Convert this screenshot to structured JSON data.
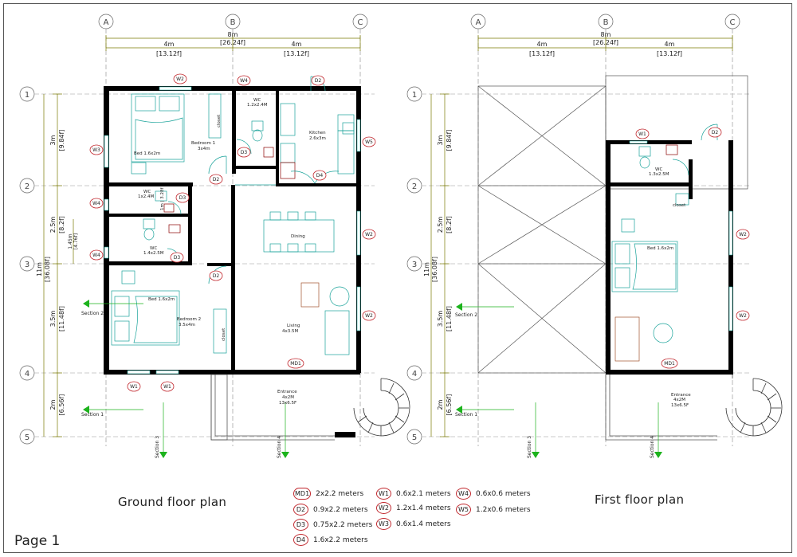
{
  "plans": {
    "ground": {
      "title": "Ground floor plan",
      "grid_cols": [
        "A",
        "B",
        "C"
      ],
      "grid_rows": [
        "1",
        "2",
        "3",
        "4",
        "5"
      ],
      "dims_top": {
        "total_m": "8m",
        "total_f": "[26.24f]",
        "left_m": "4m",
        "left_f": "[13.12f]",
        "right_m": "4m",
        "right_f": "[13.12f]"
      },
      "dims_side": {
        "total": "11m",
        "total_f": "[36.08f]",
        "seg1": "3m",
        "seg1_f": "[9.84f]",
        "seg2": "2.5m",
        "seg2_f": "[8.2f]",
        "seg3": "3.5m",
        "seg3_f": "[11.48f]",
        "seg4": "2m",
        "seg4_f": "[6.56f]",
        "small": "1.45m",
        "small_f": "[4.76f]"
      },
      "rooms": {
        "bedroom1": "Bedroom 1",
        "bedroom1_size": "3x4m",
        "bed1": "Bed 1.6x2m",
        "closet": "closet",
        "wc1": "WC",
        "wc1_size": "1.2x2.4M",
        "kitchen": "Kitchen",
        "kitchen_size": "2.6x3m",
        "wc2": "WC",
        "wc2_size": "1x2.4M",
        "wc3": "WC",
        "wc3_size": "1.4x2.5M",
        "dining": "Dining",
        "bed2": "Bed 1.6x2m",
        "bedroom2": "Bedroom 2",
        "bedroom2_size": "3.5x4m",
        "closet2": "closet",
        "living": "Living",
        "living_size": "4x3.5M",
        "entrance": "Entrance",
        "entrance_size": "4x2M",
        "entrance_sf": "13x6.5F",
        "tag_side": "1m | 3.28f"
      },
      "sections": {
        "s1": "Section 1",
        "s2": "Section 2",
        "s3": "Section 3",
        "s4": "Section 4"
      },
      "tags": {
        "W1": "W1",
        "W2": "W2",
        "W3": "W3",
        "W4": "W4",
        "W5": "W5",
        "D2": "D2",
        "D3": "D3",
        "D4": "D4",
        "MD1": "MD1"
      }
    },
    "first": {
      "title": "First floor plan",
      "dims_top": {
        "total_m": "8m",
        "total_f": "[26.24f]",
        "left_m": "4m",
        "left_f": "[13.12f]",
        "right_m": "4m",
        "right_f": "[13.12f]"
      },
      "rooms": {
        "wc": "WC",
        "wc_size": "1.3x2.5M",
        "closet": "closet",
        "bed": "Bed 1.6x2m",
        "entrance": "Entrance",
        "entrance_size": "4x2M",
        "entrance_sf": "13x6.5F"
      }
    }
  },
  "legend": [
    {
      "tag": "MD1",
      "text": "2x2.2 meters"
    },
    {
      "tag": "D2",
      "text": "0.9x2.2 meters"
    },
    {
      "tag": "D3",
      "text": "0.75x2.2 meters"
    },
    {
      "tag": "D4",
      "text": "1.6x2.2 meters"
    },
    {
      "tag": "W1",
      "text": "0.6x2.1 meters"
    },
    {
      "tag": "W2",
      "text": "1.2x1.4 meters"
    },
    {
      "tag": "W3",
      "text": "0.6x1.4 meters"
    },
    {
      "tag": "W4",
      "text": "0.6x0.6 meters"
    },
    {
      "tag": "W5",
      "text": "1.2x0.6 meters"
    }
  ],
  "page_label": "Page 1",
  "colors": {
    "wall": "#000000",
    "furniture": "#1aa39a",
    "dimension": "#7a7a00",
    "tag": "#c1272d",
    "grid": "#555555",
    "section": "#1db31d",
    "fixture": "#8b0000"
  }
}
